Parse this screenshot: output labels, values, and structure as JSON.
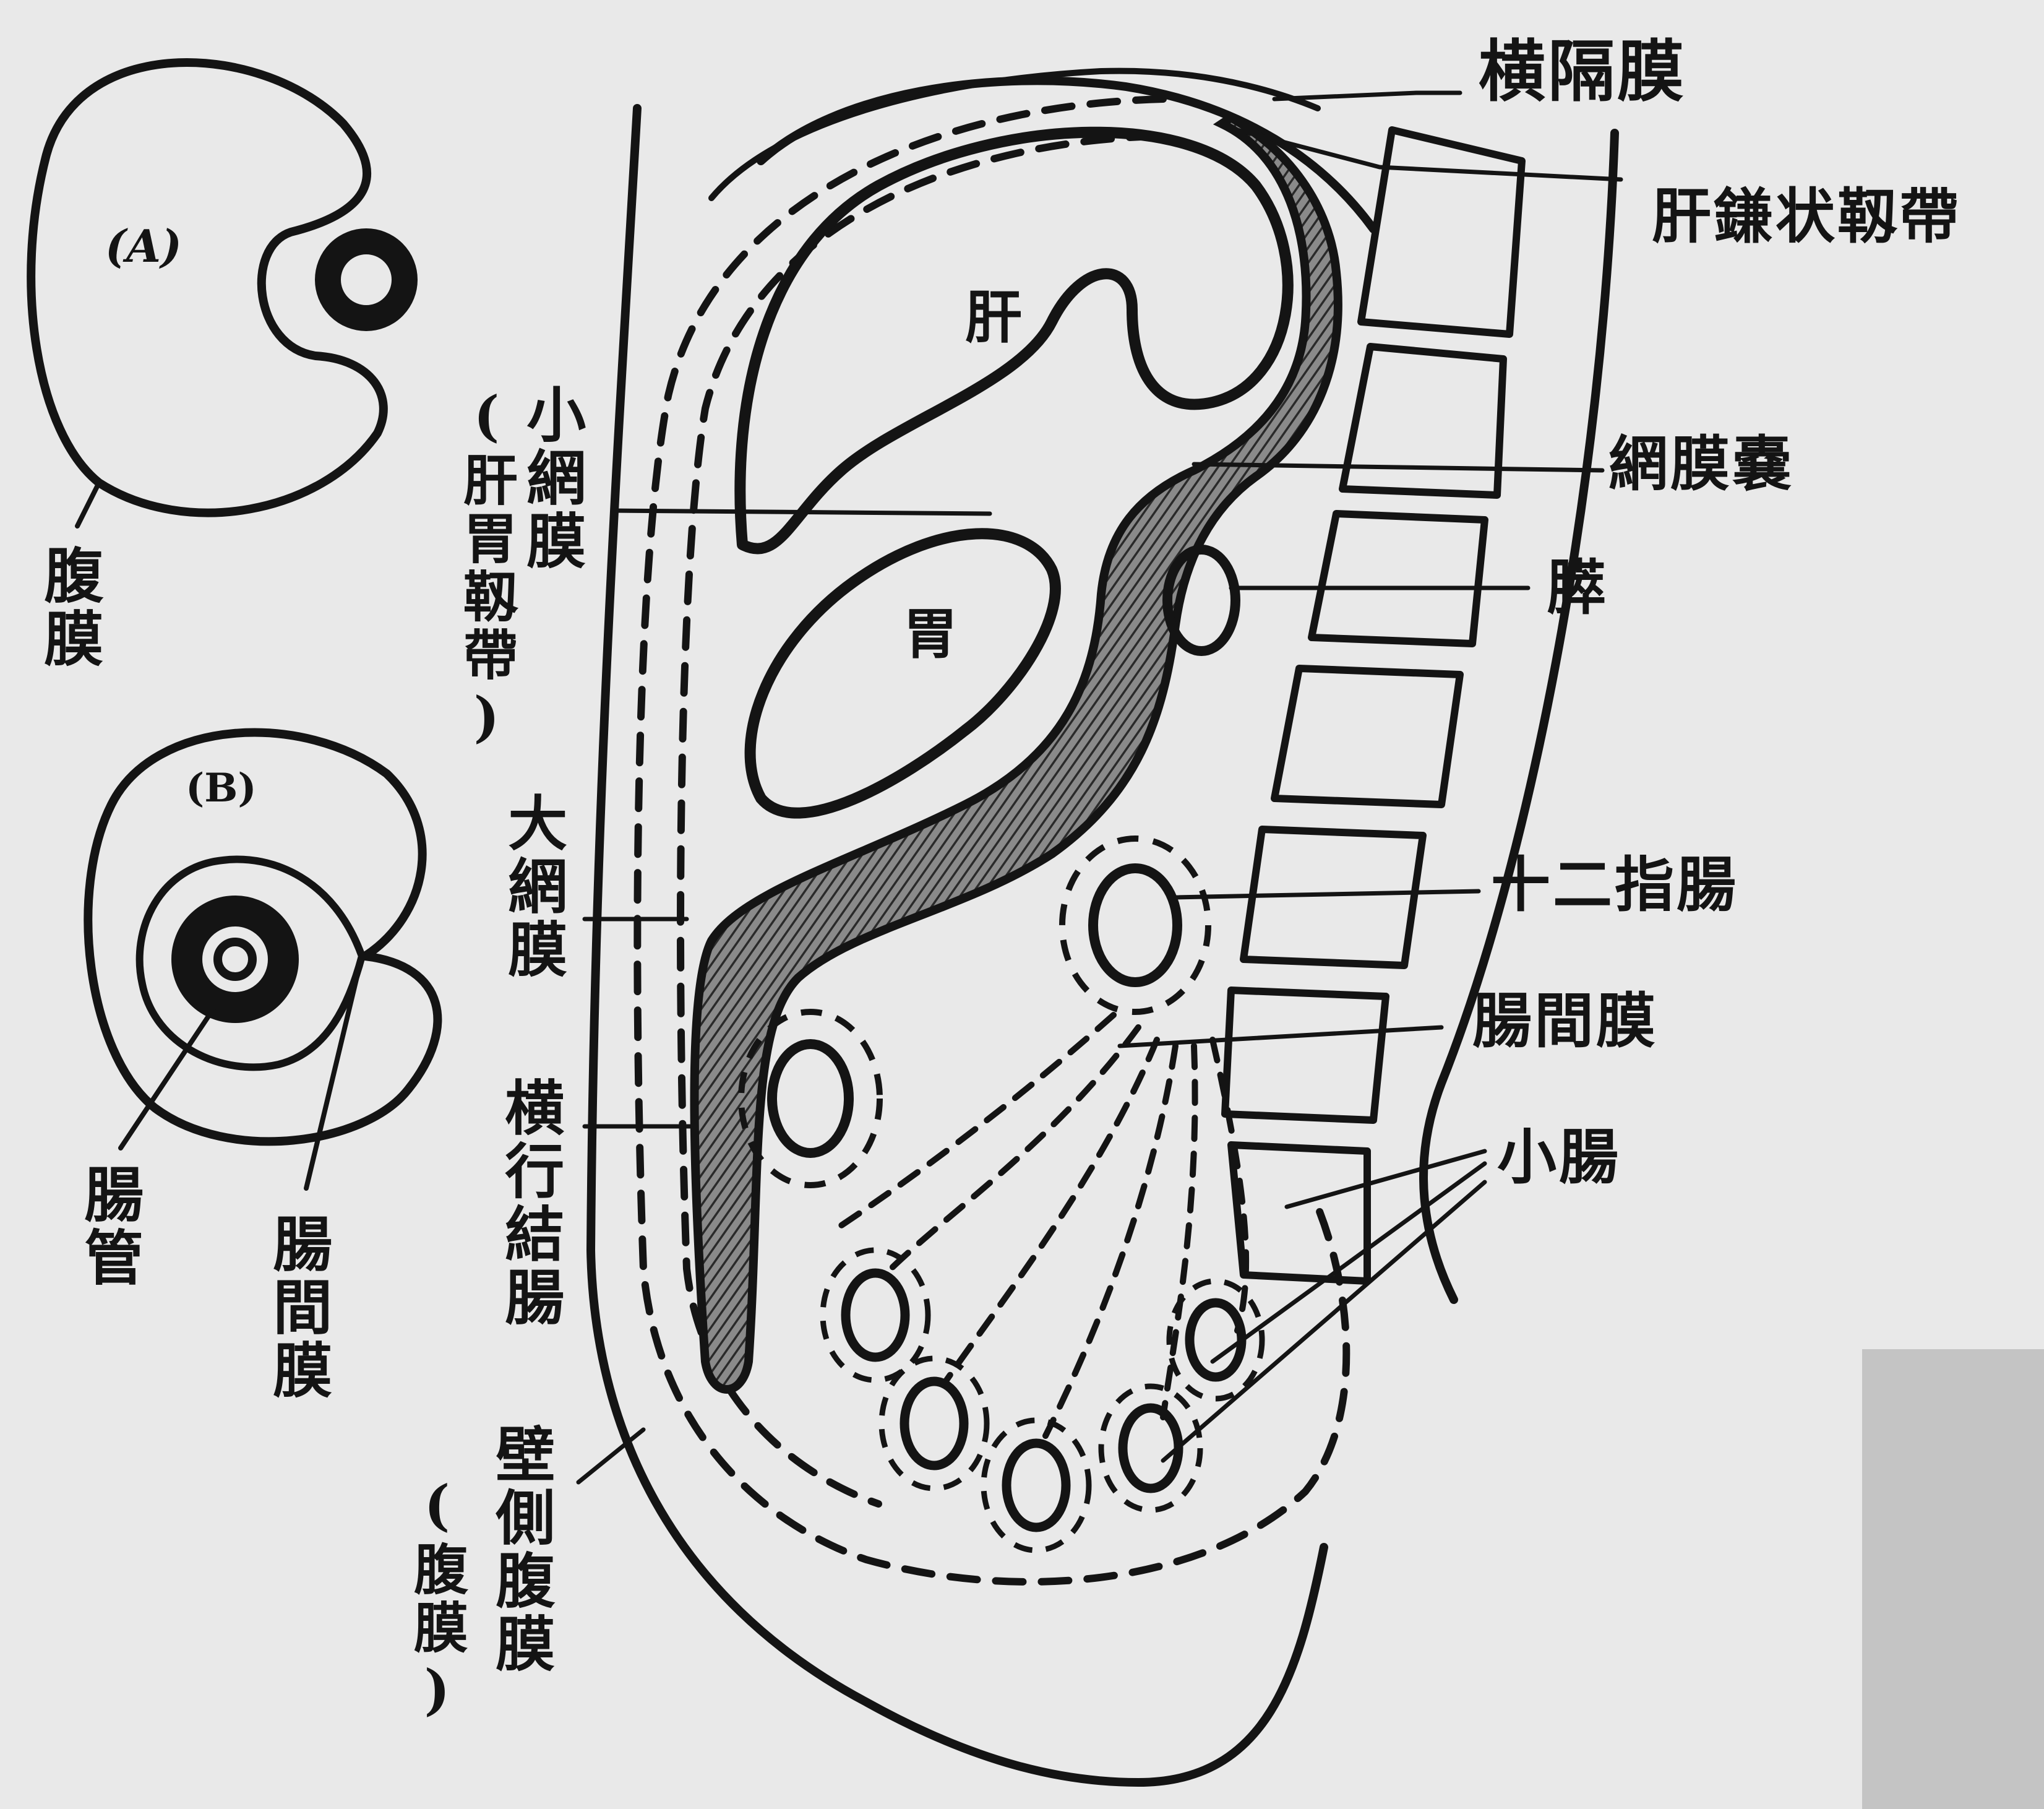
{
  "figure": {
    "colors": {
      "ink": "#141414",
      "paper": "#e9e9e9",
      "shade": "#5a5a5a"
    },
    "panel_a": {
      "marker": "(A)",
      "peritoneum": "腹膜"
    },
    "panel_b": {
      "marker": "(B)",
      "intestinal_tube": "腸管",
      "mesentery": "腸間膜"
    },
    "main": {
      "diaphragm": "横隔膜",
      "falciform_ligament": "肝鎌状靱帶",
      "omental_bursa": "網膜嚢",
      "pancreas": "膵",
      "duodenum": "十二指腸",
      "mesentery": "腸間膜",
      "small_intestine": "小腸",
      "liver": "肝",
      "stomach": "胃",
      "lesser_omentum": "小網膜",
      "lesser_omentum_note": "(肝胃靱帶)",
      "greater_omentum": "大網膜",
      "transverse_colon": "横行結腸",
      "parietal_peritoneum": "壁側腹膜",
      "parietal_peritoneum_note": "(腹膜)"
    }
  }
}
